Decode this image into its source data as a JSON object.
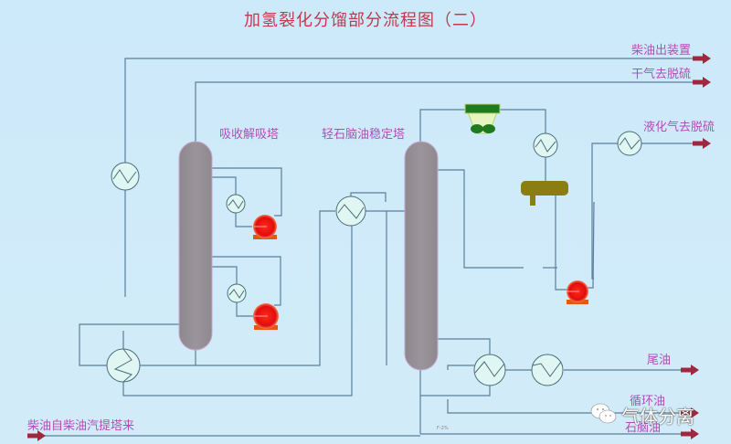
{
  "title": "加氢裂化分馏部分流程图（二）",
  "towers": {
    "absorber": "吸收解吸塔",
    "stabilizer": "轻石脑油稳定塔"
  },
  "streams": {
    "diesel_out": "柴油出装置",
    "dry_gas": "干气去脱硫",
    "lpg": "液化气去脱硫",
    "tail_oil": "尾油",
    "recycle_oil": "循环油",
    "naphtha": "石脑油",
    "diesel_in": "柴油自柴油汽提塔来"
  },
  "watermark": "气体分离",
  "tiny_mark": "F-2%",
  "colors": {
    "pipe": "#5a7f9a",
    "tower": "#959095",
    "pump": "#e00d0d",
    "arrow": "#a0283e",
    "label": "#b44cb8",
    "title": "#c0394f",
    "air_cooler": "#1f7a1f",
    "drum": "#8a7d12"
  }
}
